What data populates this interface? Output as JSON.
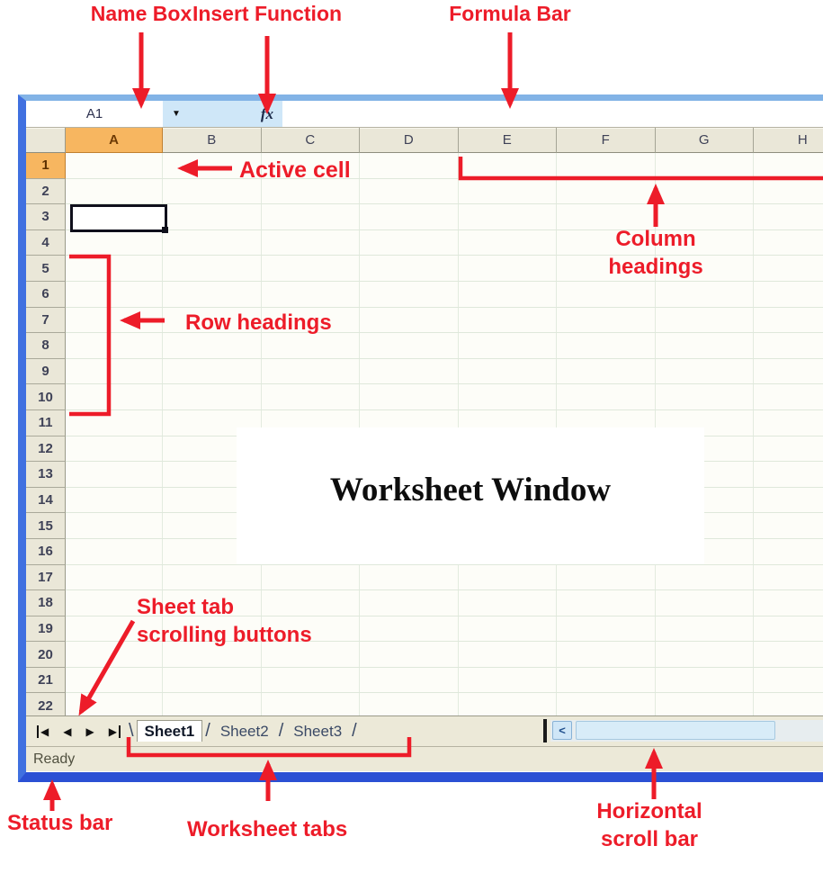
{
  "annotations": {
    "accent_color": "#ed1c29",
    "name_box": "Name Box",
    "insert_function": "Insert Function",
    "formula_bar": "Formula Bar",
    "active_cell": "Active cell",
    "column_headings_line1": "Column",
    "column_headings_line2": "headings",
    "row_headings": "Row headings",
    "worksheet_window": "Worksheet Window",
    "sheet_tab_line1": "Sheet tab",
    "sheet_tab_line2": "scrolling buttons",
    "status_bar": "Status bar",
    "worksheet_tabs": "Worksheet tabs",
    "horizontal_scroll_line1": "Horizontal",
    "horizontal_scroll_line2": "scroll bar"
  },
  "formula_bar": {
    "cell_reference": "A1",
    "dropdown_icon": "▼",
    "insert_function_icon": "fx"
  },
  "grid": {
    "columns": [
      "A",
      "B",
      "C",
      "D",
      "E",
      "F",
      "G",
      "H"
    ],
    "rows": [
      1,
      2,
      3,
      4,
      5,
      6,
      7,
      8,
      9,
      10,
      11,
      12,
      13,
      14,
      15,
      16,
      17,
      18,
      19,
      20,
      21,
      22
    ],
    "selected_column": "A",
    "selected_row": 1
  },
  "sheet_tabs": {
    "separator_open": "\\",
    "separator": "/",
    "nav_buttons": [
      {
        "name": "scroll-first-sheet",
        "glyph": "◀",
        "bar": "left"
      },
      {
        "name": "scroll-previous-sheet",
        "glyph": "◀",
        "bar": ""
      },
      {
        "name": "scroll-next-sheet",
        "glyph": "▶",
        "bar": ""
      },
      {
        "name": "scroll-last-sheet",
        "glyph": "▶",
        "bar": "right"
      }
    ],
    "tabs": [
      {
        "label": "Sheet1",
        "active": true
      },
      {
        "label": "Sheet2",
        "active": false
      },
      {
        "label": "Sheet3",
        "active": false
      }
    ]
  },
  "status_bar": {
    "text": "Ready"
  },
  "colors": {
    "window_border_left": "#4070e0",
    "window_border_top": "#82b3e6",
    "window_border_bottom": "#2b50d4",
    "selected_header_orange": "#f7b660",
    "header_beige": "#eae7d8",
    "fx_section_blue": "#cfe7f8",
    "scroll_thumb_blue": "#d8ecf8"
  }
}
